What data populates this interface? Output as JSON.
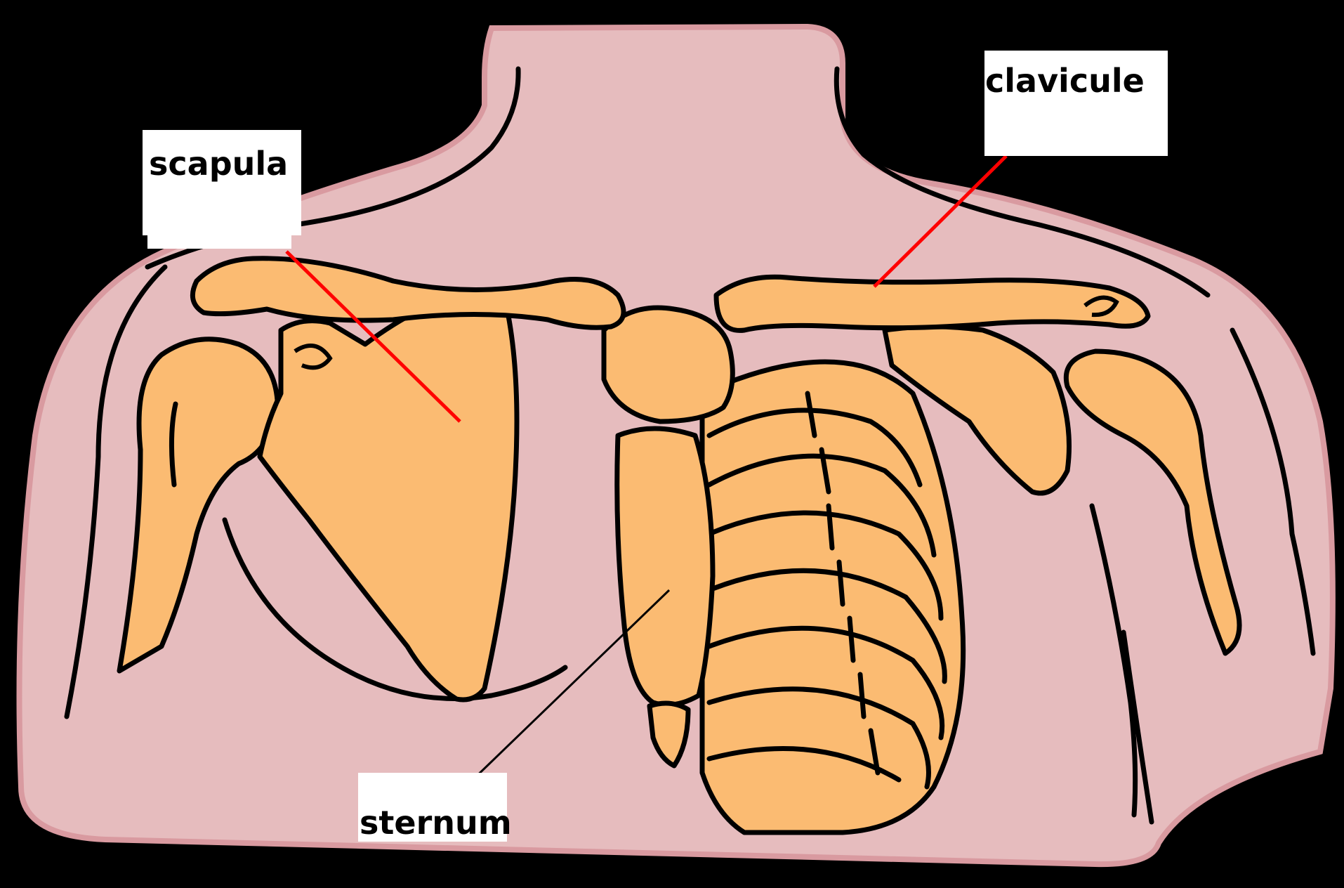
{
  "diagram": {
    "labels": {
      "scapula": "scapula",
      "clavicule": "clavicule",
      "sternum": "sternum"
    }
  },
  "colors": {
    "background": "#000000",
    "skin": "#e6bcbe",
    "skin_edge": "#d99aa0",
    "bone": "#fbbb72",
    "outline": "#000000",
    "pointer_red": "#ff0000",
    "pointer_black": "#000000"
  }
}
